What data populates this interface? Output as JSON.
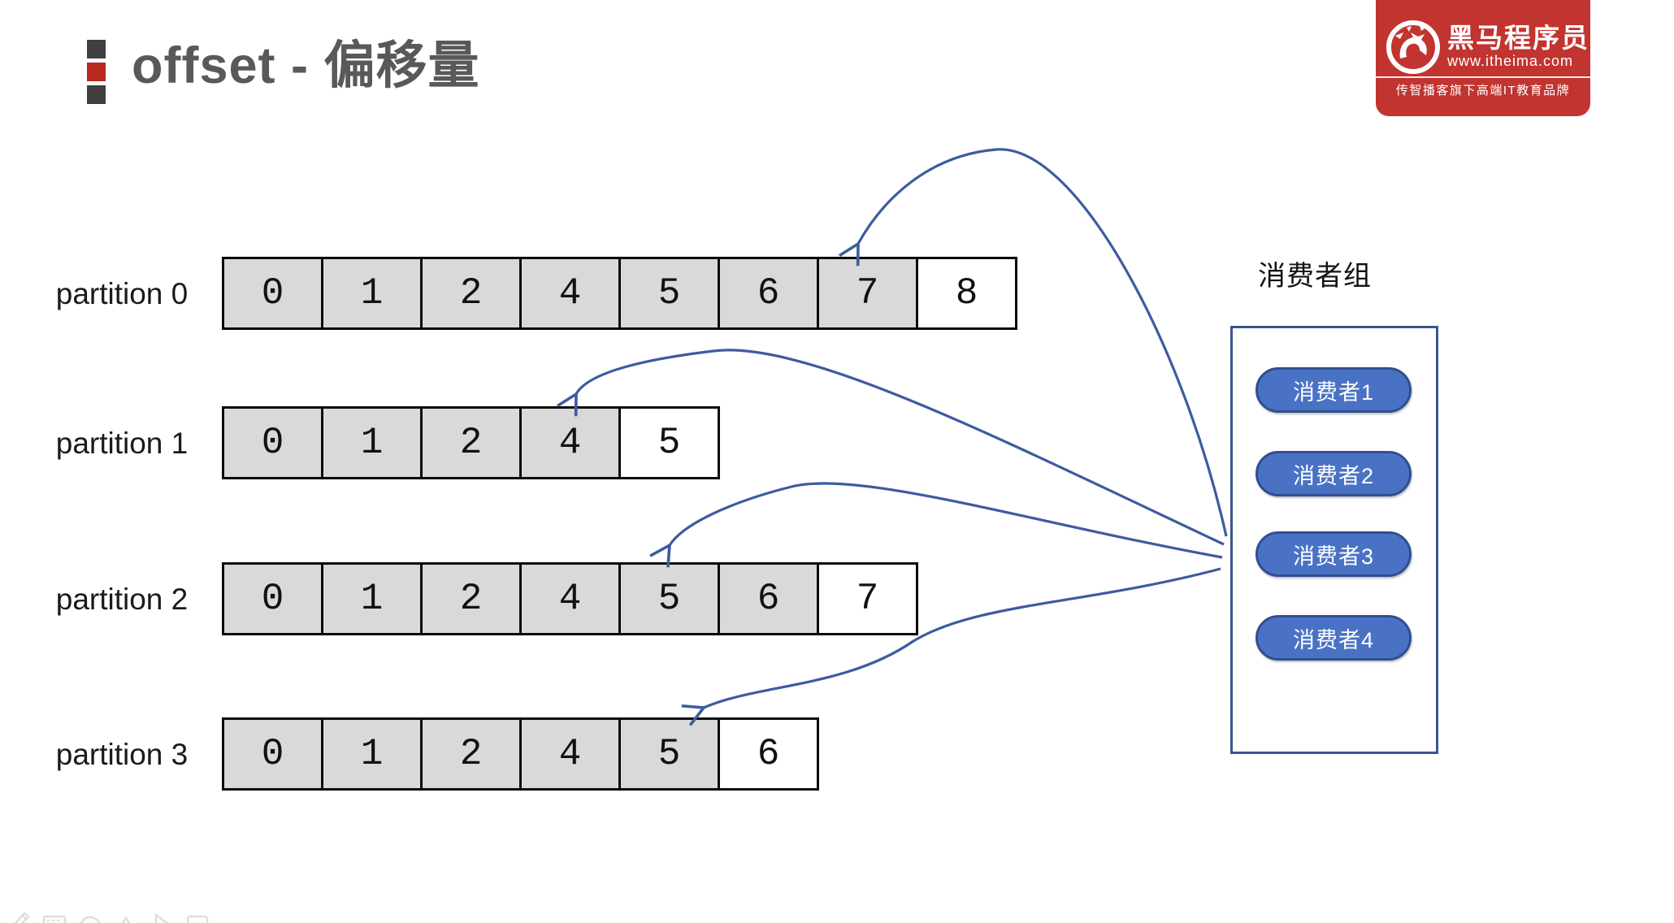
{
  "page": {
    "title": "offset - 偏移量"
  },
  "logo": {
    "brand": "黑马程序员",
    "website": "www.itheima.com",
    "tagline": "传智播客旗下高端IT教育品牌"
  },
  "partitions": [
    {
      "label": "partition 0",
      "cells": [
        "0",
        "1",
        "2",
        "4",
        "5",
        "6",
        "7",
        "8"
      ],
      "consumed_count": 7,
      "next_offset": "8"
    },
    {
      "label": "partition 1",
      "cells": [
        "0",
        "1",
        "2",
        "4",
        "5"
      ],
      "consumed_count": 4,
      "next_offset": "5"
    },
    {
      "label": "partition 2",
      "cells": [
        "0",
        "1",
        "2",
        "4",
        "5",
        "6",
        "7"
      ],
      "consumed_count": 6,
      "next_offset": "7"
    },
    {
      "label": "partition 3",
      "cells": [
        "0",
        "1",
        "2",
        "4",
        "5",
        "6"
      ],
      "consumed_count": 5,
      "next_offset": "6"
    }
  ],
  "consumer_group": {
    "title": "消费者组",
    "consumers": [
      "消费者1",
      "消费者2",
      "消费者3",
      "消费者4"
    ]
  },
  "colors": {
    "cell_consumed": "#d9d9d9",
    "cell_next": "#ffffff",
    "cell_border": "#0b0b0b",
    "arrow_blue": "#3d5b9f",
    "pill_fill": "#4a72c4",
    "pill_border": "#2f4f8f",
    "group_box_border": "#3a5594",
    "logo_red": "#c23430",
    "title_gray": "#595959",
    "bullet_red": "#b8281f",
    "bullet_dark": "#3f3f3f"
  }
}
